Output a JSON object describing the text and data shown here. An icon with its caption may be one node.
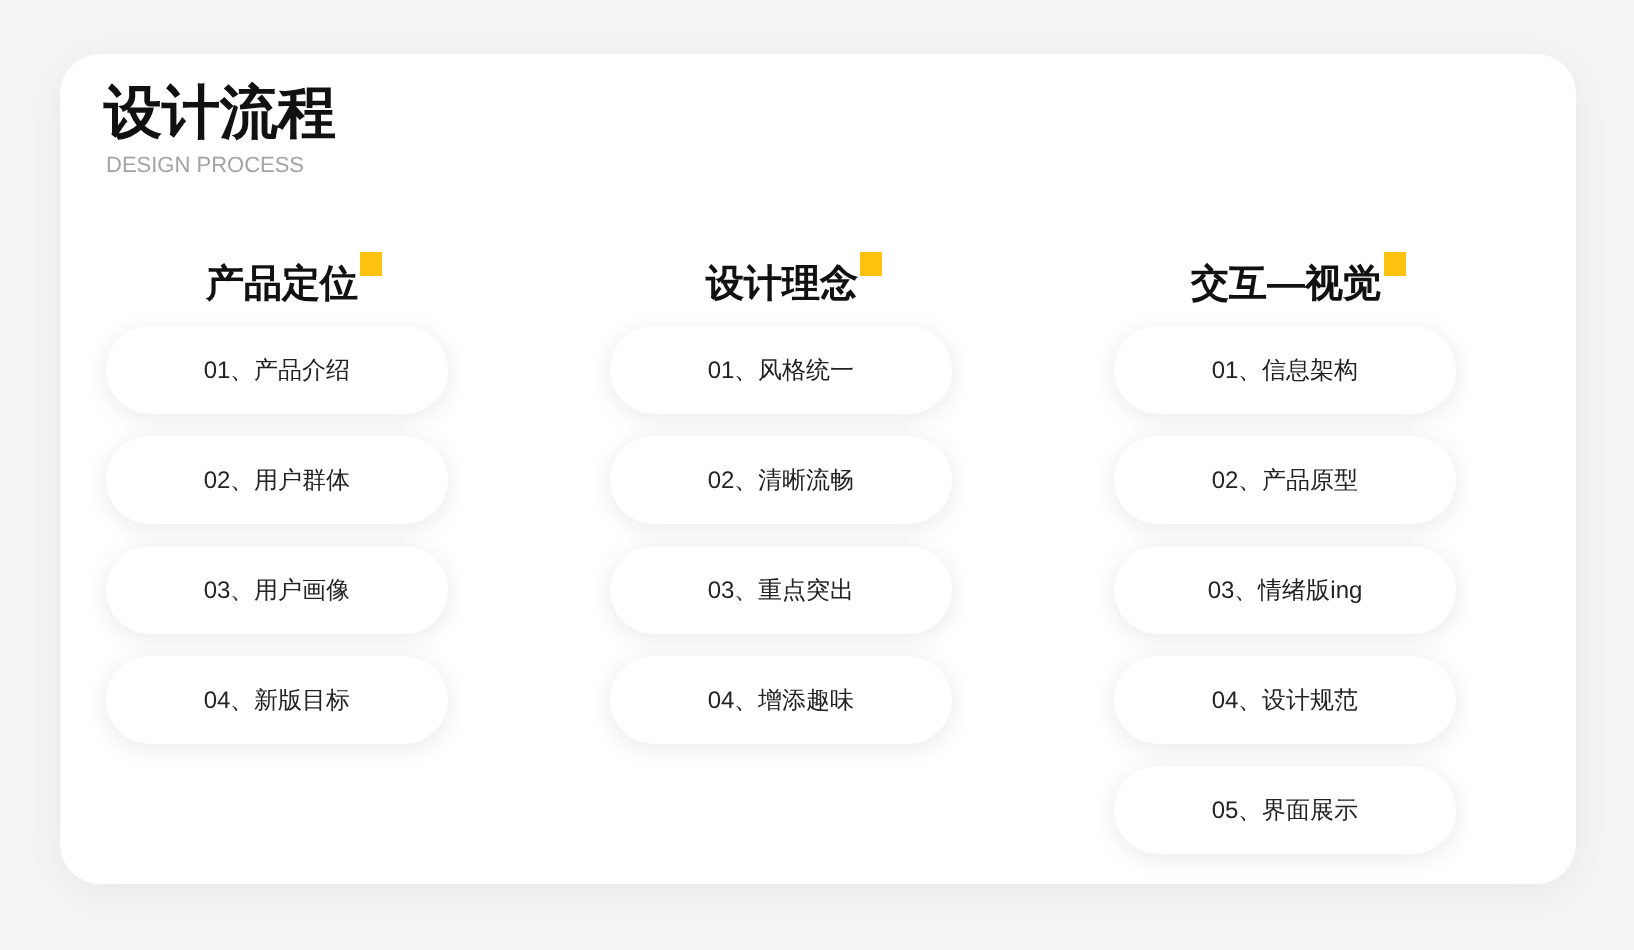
{
  "diagram": {
    "title": "设计流程",
    "nodes": [
      {
        "text": [
          "01、产品介绍"
        ]
      },
      {
        "text": [
          "02、用户群体"
        ]
      },
      {
        "text": [
          "03、用户画像"
        ]
      },
      {
        "text": [
          "04、新版目标"
        ]
      },
      {
        "text": [
          "01、风格统一"
        ]
      },
      {
        "text": [
          "02、清晰流畅"
        ]
      },
      {
        "text": [
          "03、重点突出"
        ]
      },
      {
        "text": [
          "04、增添趣味"
        ]
      },
      {
        "text": [
          "01、信息架构"
        ]
      },
      {
        "text": [
          "02、产品原型"
        ]
      },
      {
        "text": [
          "03、情绪版ing"
        ]
      },
      {
        "text": [
          "04、设计规范"
        ]
      },
      {
        "text": [
          "05、界面展示"
        ]
      }
    ],
    "labels": [
      "DESIGN PROCESS",
      "产品定位",
      "设计理念",
      "交互—视觉"
    ]
  }
}
